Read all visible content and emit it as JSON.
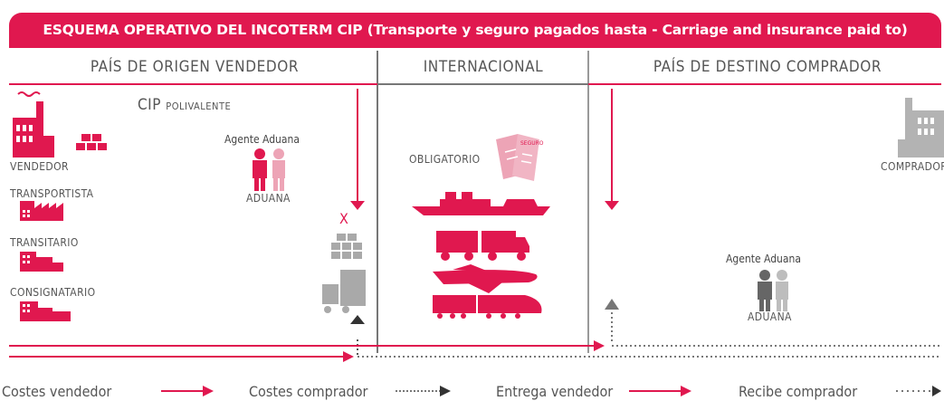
{
  "title": "ESQUEMA OPERATIVO DEL INCOTERM CIP (Transporte y seguro pagados hasta - Carriage and insurance paid to)",
  "zones": {
    "origin": "PAÍS DE ORIGEN VENDEDOR",
    "international": "INTERNACIONAL",
    "destination": "PAÍS DE DESTINO COMPRADOR"
  },
  "incoterm": {
    "code": "CIP",
    "qualifier": "POLIVALENTE"
  },
  "origin_parties": [
    "VENDEDOR",
    "TRANSPORTISTA",
    "TRANSITARIO",
    "CONSIGNATARIO"
  ],
  "customs_origin": {
    "agent": "Agente Aduana",
    "office": "ADUANA"
  },
  "customs_destination": {
    "agent": "Agente Aduana",
    "office": "ADUANA"
  },
  "insurance": {
    "label": "OBLIGATORIO",
    "doc_text": "SEGURO"
  },
  "delivery_mark": "X",
  "buyer": "COMPRADOR",
  "legend": {
    "seller_costs": "Costes vendedor",
    "buyer_costs": "Costes comprador",
    "seller_delivers": "Entrega vendedor",
    "buyer_receives": "Recibe comprador"
  },
  "colors": {
    "accent": "#e0184f",
    "pale_accent": "#eda4b6",
    "grey": "#8a8a8a",
    "light_grey": "#bdbdbd",
    "text": "#555555"
  },
  "icons": [
    "factory-icon",
    "boxes-icon",
    "customs-officer-icon",
    "ship-icon",
    "truck-icon",
    "airplane-icon",
    "train-icon",
    "insurance-document-icon",
    "forklift-icon"
  ]
}
